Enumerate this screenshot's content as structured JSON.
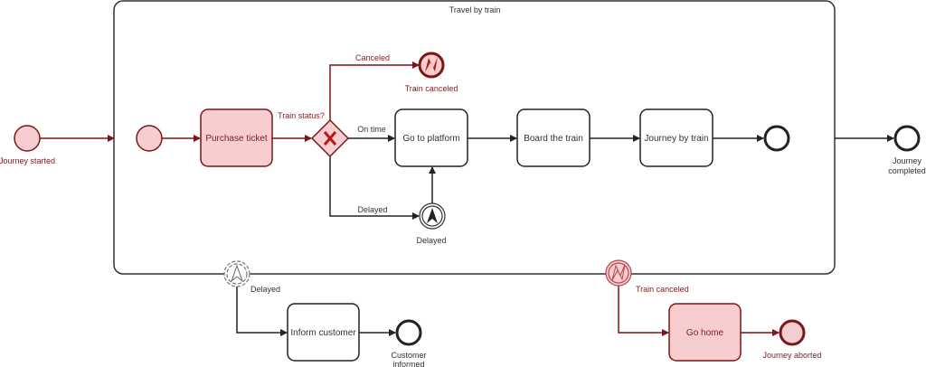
{
  "subprocess": {
    "title": "Travel by train"
  },
  "events": {
    "journey_started": "Journey started",
    "train_canceled_end": "Train canceled",
    "delayed_intermediate": "Delayed",
    "journey_completed_line1": "Journey",
    "journey_completed_line2": "completed",
    "boundary_delayed": "Delayed",
    "boundary_train_canceled": "Train canceled",
    "customer_informed_line1": "Customer",
    "customer_informed_line2": "informed",
    "journey_aborted": "Journey aborted"
  },
  "tasks": {
    "purchase_ticket": "Purchase ticket",
    "go_to_platform": "Go to platform",
    "board_the_train": "Board the train",
    "journey_by_train": "Journey by train",
    "inform_customer": "Inform customer",
    "go_home": "Go home"
  },
  "gateway": {
    "label": "Train status?"
  },
  "flows": {
    "canceled": "Canceled",
    "on_time": "On time",
    "delayed": "Delayed"
  },
  "colors": {
    "red_stroke": "#7a1518",
    "red_fill": "#f8cdd0",
    "black": "#222222"
  }
}
